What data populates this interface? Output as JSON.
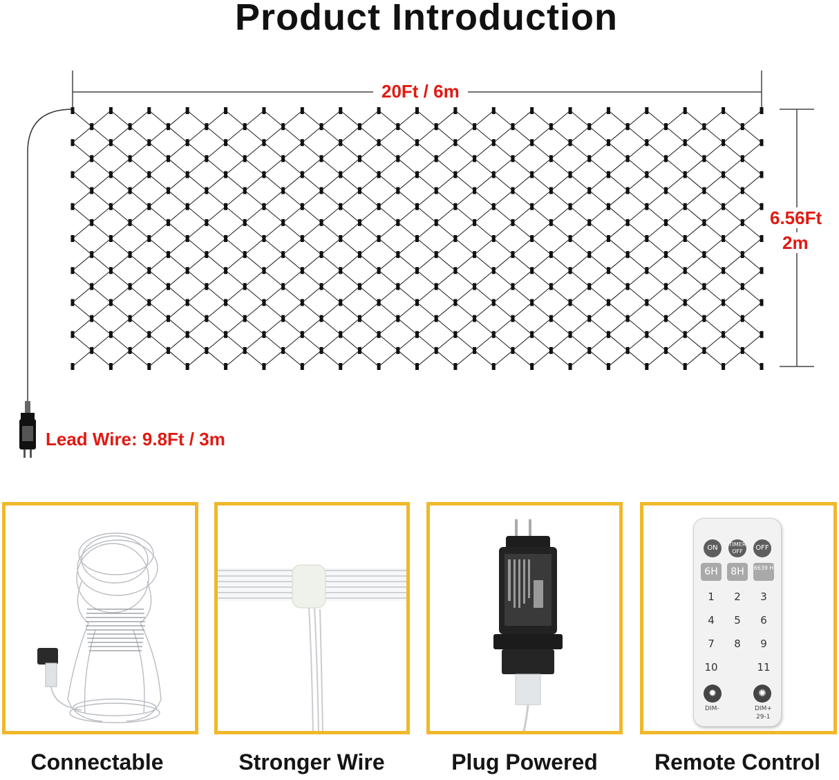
{
  "title": "Product Introduction",
  "dimensions": {
    "width": "20Ft / 6m",
    "height_ft": "6.56Ft",
    "height_m": "2m",
    "lead_wire": "Lead Wire: 9.8Ft / 3m"
  },
  "features": [
    {
      "caption": "Connectable",
      "icon": "coiled-wire-icon"
    },
    {
      "caption": "Stronger Wire",
      "icon": "wire-clip-icon"
    },
    {
      "caption": "Plug Powered",
      "icon": "power-adapter-icon"
    },
    {
      "caption": "Remote Control",
      "icon": "remote-control-icon"
    }
  ],
  "remote": {
    "top_buttons": [
      "ON",
      "TIMER OFF",
      "OFF"
    ],
    "timer_keys": [
      "6H",
      "8H",
      "6639 H"
    ],
    "number_keys": [
      "1",
      "2",
      "3",
      "4",
      "5",
      "6",
      "7",
      "8",
      "9",
      "10",
      "11"
    ],
    "dim_minus": "DIM-",
    "dim_plus": "DIM+",
    "model": "29-1"
  },
  "colors": {
    "accent_red": "#e01a12",
    "panel_border": "#f0b82a"
  }
}
